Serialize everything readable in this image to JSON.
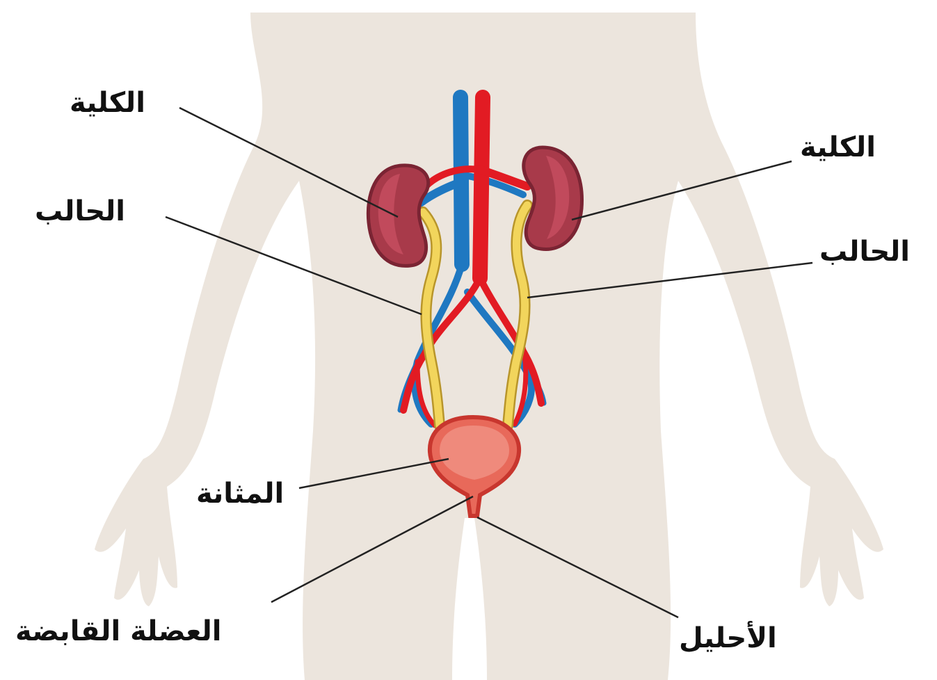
{
  "labels": {
    "kidney_left": "الكلية",
    "kidney_right": "الكلية",
    "ureter_left": "الحالب",
    "ureter_right": "الحالب",
    "bladder": "المثانة",
    "sphincter": "العضلة القابضة",
    "urethra": "الأحليل"
  },
  "colors": {
    "body_silhouette": "#ece5dd",
    "kidney": "#a83a4a",
    "kidney_outline": "#7a2433",
    "ureter": "#f2d55c",
    "ureter_outline": "#b8952a",
    "artery": "#e21b23",
    "vein": "#1f78c1",
    "bladder": "#e8695a",
    "bladder_outline": "#c8362e",
    "leader_line": "#222222"
  }
}
